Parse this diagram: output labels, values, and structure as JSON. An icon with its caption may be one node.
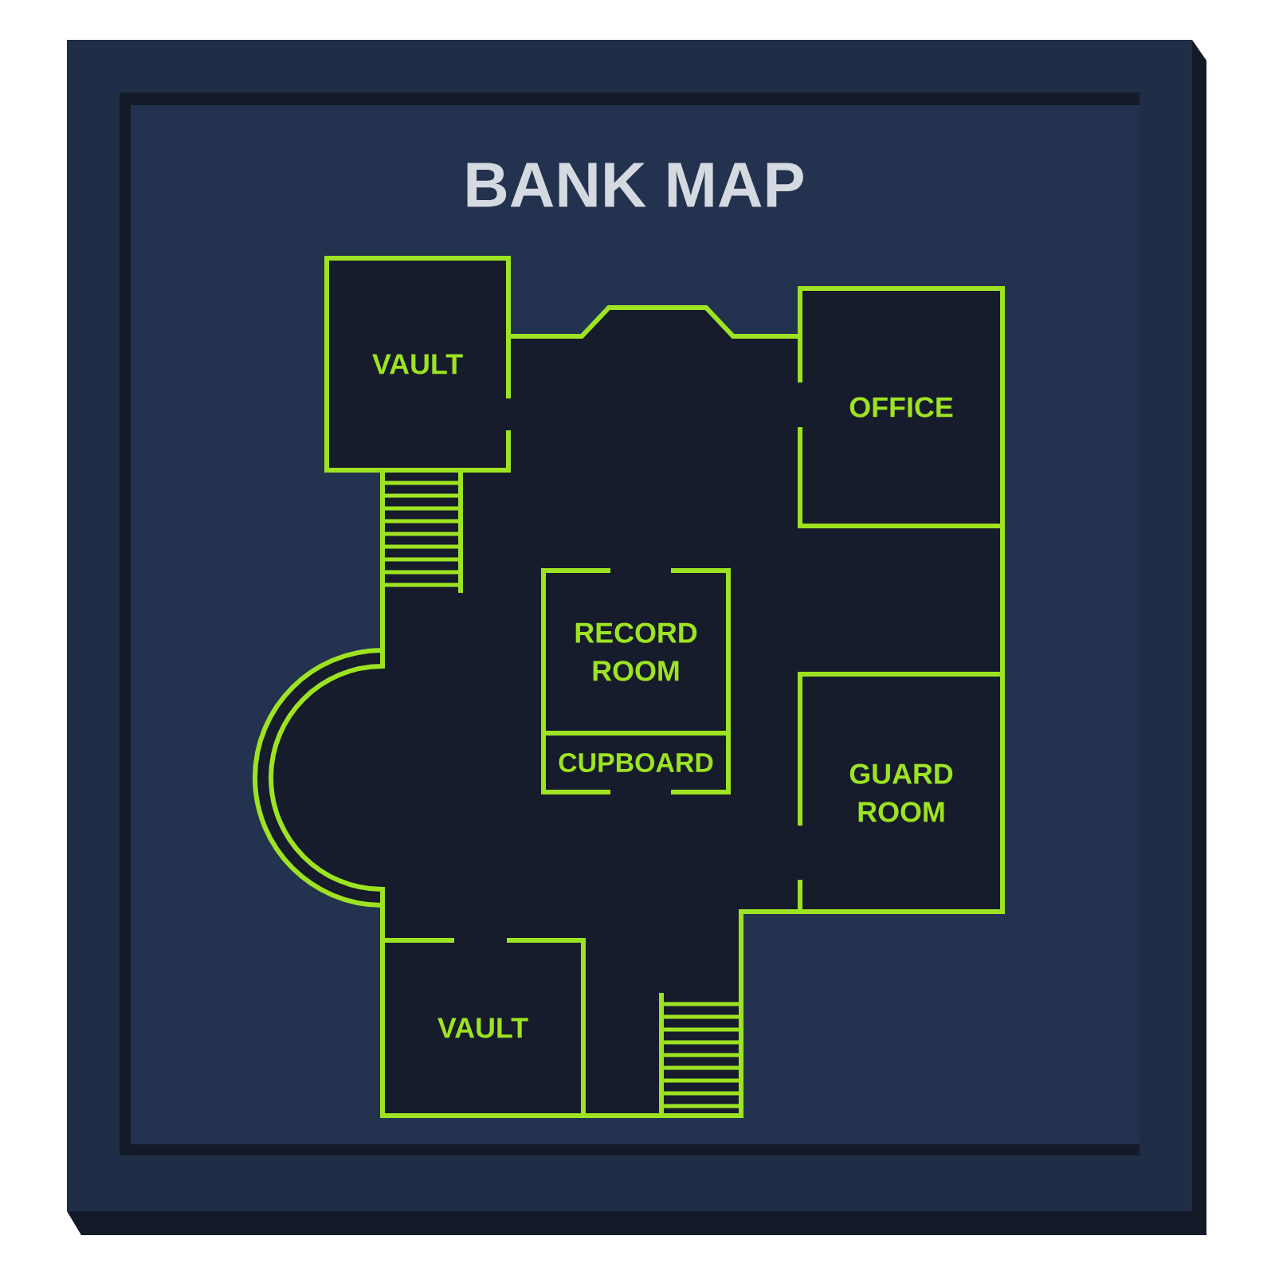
{
  "diagram": {
    "title": "BANK MAP",
    "nodes": [
      {
        "text": [
          "VAULT"
        ]
      },
      {
        "text": [
          "OFFICE"
        ]
      },
      {
        "text": [
          "RECORD ROOM"
        ]
      },
      {
        "text": [
          "CUPBOARD"
        ]
      },
      {
        "text": [
          "GUARD ROOM"
        ]
      },
      {
        "text": [
          "VAULT"
        ]
      }
    ]
  }
}
